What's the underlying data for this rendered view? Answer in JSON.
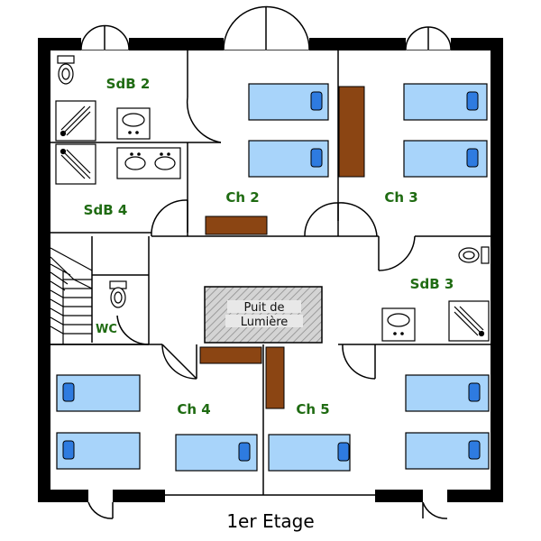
{
  "floor_title": "1er Etage",
  "rooms": {
    "sdb2": "SdB 2",
    "sdb4": "SdB 4",
    "sdb3": "SdB 3",
    "ch2": "Ch 2",
    "ch3": "Ch 3",
    "ch4": "Ch 4",
    "ch5": "Ch 5",
    "wc": "WC"
  },
  "light_well": {
    "line1": "Puit de",
    "line2": "Lumière"
  },
  "colors": {
    "wall": "#000000",
    "bed": "#a8d4fa",
    "pillow": "#2e7be0",
    "furniture": "#8b4513",
    "label": "#1f6b12",
    "light_well": "#cfcfcf"
  }
}
